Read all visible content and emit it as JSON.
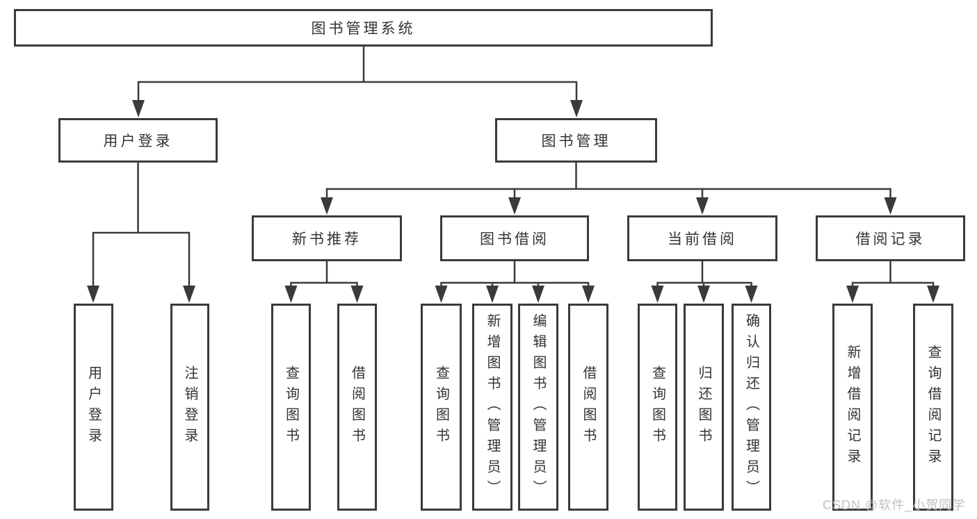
{
  "diagram": {
    "root": "图书管理系统",
    "level2": {
      "user_login": "用户登录",
      "book_mgmt": "图书管理"
    },
    "level3": {
      "new_book_rec": "新书推荐",
      "book_borrow": "图书借阅",
      "current_borrow": "当前借阅",
      "borrow_record": "借阅记录"
    },
    "leaves": {
      "login": "用户登录",
      "logout": "注销登录",
      "nbr_query": "查询图书",
      "nbr_borrow": "借阅图书",
      "bb_query": "查询图书",
      "bb_add": "新增图书（管理员）",
      "bb_edit": "编辑图书（管理员）",
      "bb_borrow": "借阅图书",
      "cb_query": "查询图书",
      "cb_return": "归还图书",
      "cb_confirm": "确认归还（管理员）",
      "br_add": "新增借阅记录",
      "br_query": "查询借阅记录"
    }
  },
  "watermark": "CSDN @软件_小贺同学",
  "colors": {
    "line": "#3a3a3a",
    "text": "#333333",
    "watermark": "#c2c0c0",
    "background": "#ffffff"
  }
}
